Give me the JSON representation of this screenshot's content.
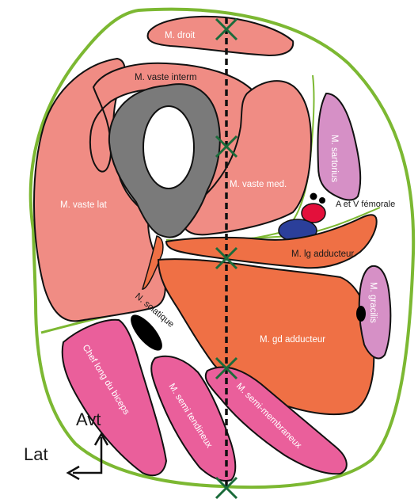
{
  "labels": {
    "droit": "M. droit",
    "vaste_interm": "M. vaste interm",
    "vaste_lat": "M. vaste lat",
    "vaste_med": "M. vaste med.",
    "sartorius": "M. sartorius",
    "femorale": "A et V fémorale",
    "lg_adducteur": "M. lg adducteur",
    "gracilis": "M. gracilis",
    "sciatique": "N. sciatique",
    "gd_adducteur": "M. gd adducteur",
    "biceps": "Chef long du biceps",
    "semi_tendineux": "M. semi tendineux",
    "semi_membraneux": "M. semi-membraneux"
  },
  "orientation": {
    "anterior": "Avt",
    "lateral": "Lat"
  },
  "colors": {
    "outline_green": "#7cb832",
    "quadriceps": "#f08c84",
    "bone": "#7a7a7a",
    "adductors": "#ef7045",
    "hamstrings": "#ea5f9b",
    "sartorius_gracilis": "#d690c6",
    "artery": "#e3103b",
    "vein": "#2b3f9a",
    "nerve": "#000000",
    "marker": "#1a6b3a"
  }
}
